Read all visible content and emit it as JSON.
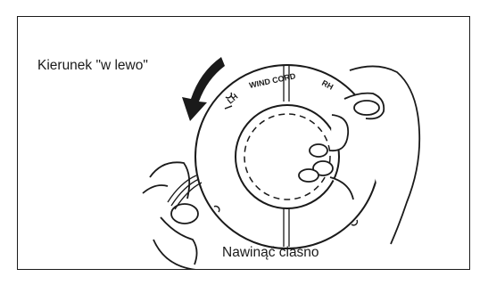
{
  "figure": {
    "direction_label": "Kierunek \"w lewo\"",
    "wind_label": "Nawinąć ciasno",
    "dial": {
      "left_mark": "LH",
      "center_label": "WIND CORD",
      "right_mark": "RH"
    }
  }
}
